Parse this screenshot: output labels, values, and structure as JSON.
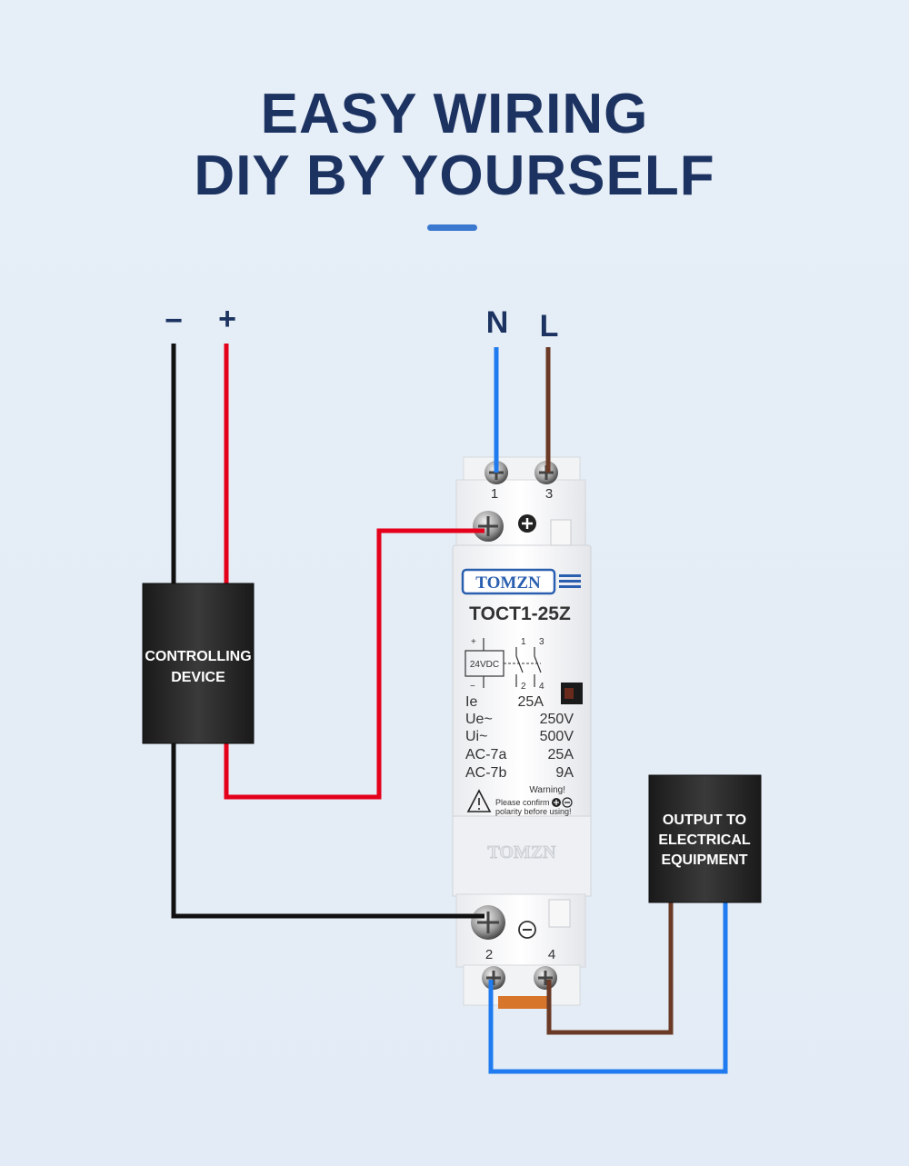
{
  "title": {
    "line1": "EASY WIRING",
    "line2": "DIY BY YOURSELF"
  },
  "terminals": {
    "minus": "−",
    "plus": "+",
    "neutral": "N",
    "live": "L"
  },
  "controller_box": {
    "line1": "CONTROLLING",
    "line2": "DEVICE"
  },
  "output_box": {
    "line1": "OUTPUT TO",
    "line2": "ELECTRICAL",
    "line3": "EQUIPMENT"
  },
  "contactor": {
    "brand": "TOMZN",
    "model": "TOCT1-25Z",
    "coil_voltage": "24VDC",
    "coil_plus": "+",
    "coil_minus": "−",
    "contact_labels": {
      "c1": "1",
      "c3": "3",
      "c2": "2",
      "c4": "4"
    },
    "terminal_top_left": "1",
    "terminal_top_right": "3",
    "terminal_bottom_left": "2",
    "terminal_bottom_right": "4",
    "specs": [
      {
        "label": "Ie",
        "value": "25A"
      },
      {
        "label": "Ue~",
        "value": "250V"
      },
      {
        "label": "Ui~",
        "value": "500V"
      },
      {
        "label": "AC-7a",
        "value": "25A"
      },
      {
        "label": "AC-7b",
        "value": "9A"
      }
    ],
    "warning_title": "Warning!",
    "warning_line1": "Please confirm",
    "warning_line2": "polarity before using!",
    "embossed_brand": "TOMZN"
  },
  "colors": {
    "title": "#1c3260",
    "accent": "#3b78d0",
    "wire_black": "#111111",
    "wire_red": "#e4001b",
    "wire_blue": "#1f7bef",
    "wire_brown": "#6b3a26"
  }
}
